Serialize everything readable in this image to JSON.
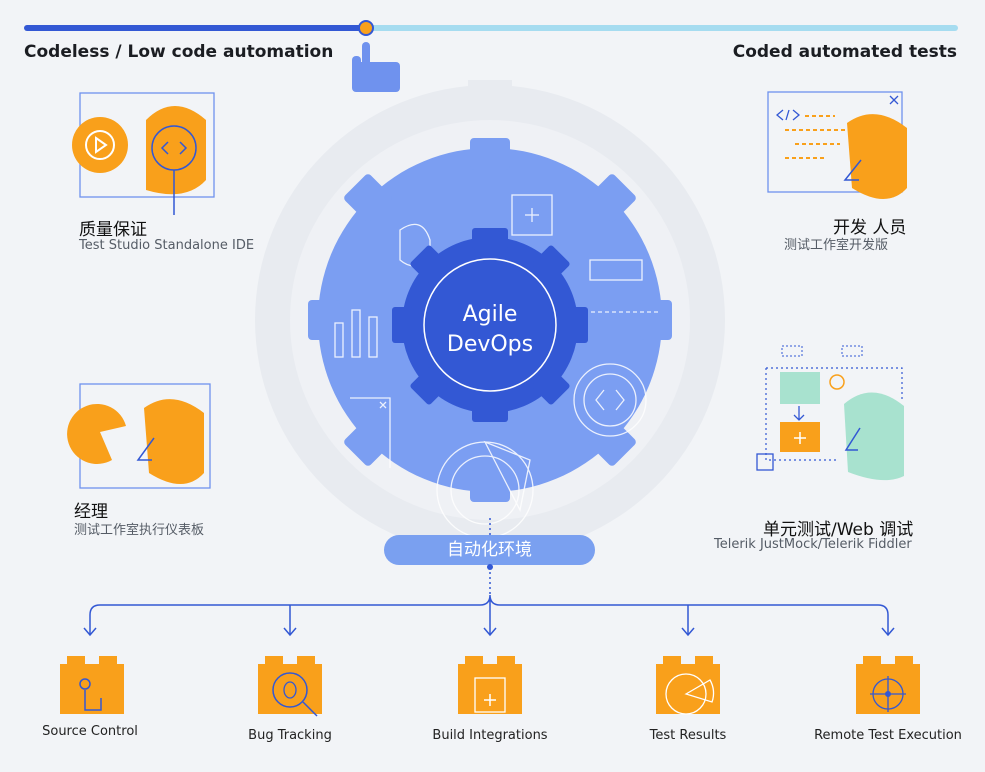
{
  "slider": {
    "left_label": "Codeless / Low code automation",
    "right_label": "Coded automated tests"
  },
  "roles": {
    "qa": {
      "title": "质量保证",
      "subtitle": "Test Studio Standalone IDE"
    },
    "developer": {
      "title": "开发 人员",
      "subtitle": "测试工作室开发版"
    },
    "manager": {
      "title": "经理",
      "subtitle": "测试工作室执行仪表板"
    },
    "unit": {
      "title": "单元测试/Web 调试",
      "subtitle": "Telerik JustMock/Telerik Fiddler"
    }
  },
  "center": {
    "line1": "Agile",
    "line2": "DevOps",
    "environment": "自动化环境"
  },
  "tools": [
    {
      "label": "Source Control",
      "icon": "cursor-hand-icon"
    },
    {
      "label": "Bug Tracking",
      "icon": "bug-magnifier-icon"
    },
    {
      "label": "Build Integrations",
      "icon": "build-block-icon"
    },
    {
      "label": "Test Results",
      "icon": "pie-chart-icon"
    },
    {
      "label": "Remote Test Execution",
      "icon": "target-icon"
    }
  ],
  "colors": {
    "dark_blue": "#3358d4",
    "mid_blue": "#6f92ee",
    "light_cyan": "#9fd8ee",
    "orange": "#f9a01b",
    "mint": "#a8e2cf"
  }
}
